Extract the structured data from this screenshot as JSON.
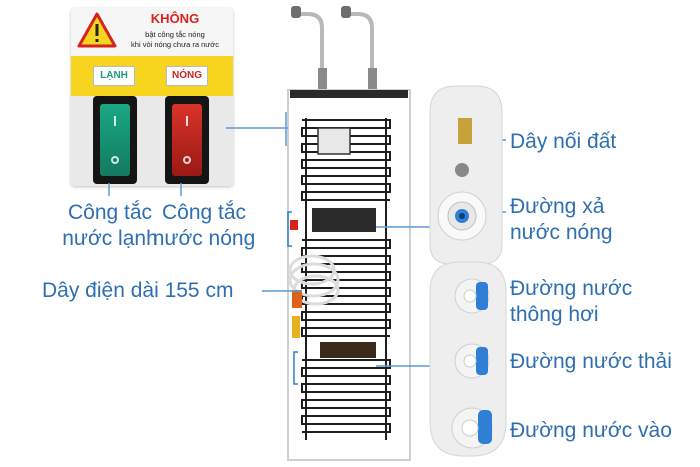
{
  "panel": {
    "warning_title": "KHÔNG",
    "warning_line1": "bật công tắc nóng",
    "warning_line2": "khi vòi nóng chưa ra nước",
    "cold_tag": "LẠNH",
    "hot_tag": "NÓNG"
  },
  "labels": {
    "cold_switch_line1": "Công tắc",
    "cold_switch_line2": "nước lạnh",
    "hot_switch_line1": "Công tắc",
    "hot_switch_line2": "nước nóng",
    "power_cord": "Dây điện dài 155 cm",
    "ground_wire": "Dây nối đất",
    "hot_drain_line1": "Đường xả",
    "hot_drain_line2": "nước nóng",
    "vent_line1": "Đường nước",
    "vent_line2": "thông hơi",
    "waste_water": "Đường nước thải",
    "water_inlet": "Đường nước vào"
  },
  "colors": {
    "label_text": "#2f6fb0",
    "leader_line": "#5a9ad6",
    "warning_yellow": "#f7d51e",
    "warning_red": "#d8231d",
    "cold_switch": "#1f9a7a",
    "hot_switch": "#c8261e",
    "fitting_blue": "#2f7fd6"
  }
}
